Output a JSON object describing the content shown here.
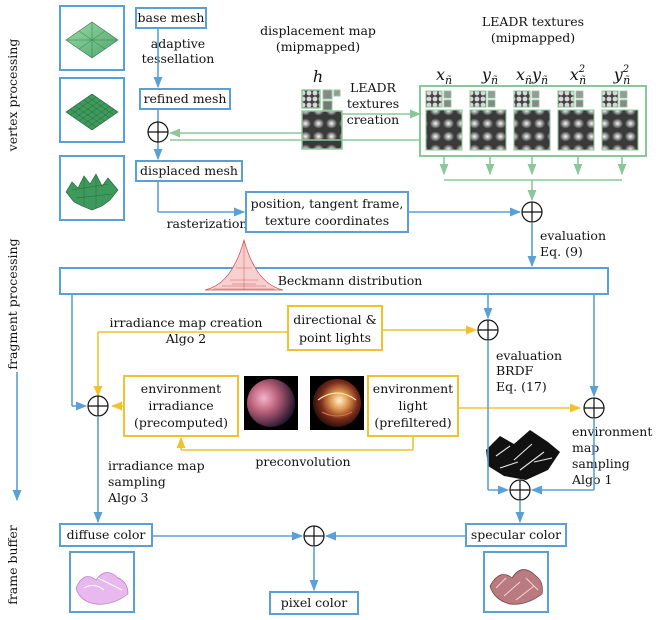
{
  "stages": {
    "vertex": "vertex processing",
    "fragment": "fragment processing",
    "framebuffer": "frame buffer"
  },
  "nodes": {
    "base_mesh": "base mesh",
    "refined_mesh": "refined mesh",
    "displaced_mesh": "displaced mesh",
    "position_line1": "position, tangent frame,",
    "position_line2": "texture coordinates",
    "beckmann": "Beckmann distribution",
    "dir_lights_line1": "directional &",
    "dir_lights_line2": "point lights",
    "env_irr_line1": "environment",
    "env_irr_line2": "irradiance",
    "env_irr_line3": "(precomputed)",
    "env_light_line1": "environment",
    "env_light_line2": "light",
    "env_light_line3": "(prefiltered)",
    "diffuse": "diffuse color",
    "specular": "specular color",
    "pixel": "pixel color"
  },
  "labels": {
    "adaptive_tess_1": "adaptive",
    "adaptive_tess_2": "tessellation",
    "disp_map_1": "displacement map",
    "disp_map_2": "(mipmapped)",
    "h_symbol": "h",
    "leadr_tex_1": "LEADR textures",
    "leadr_tex_2": "(mipmapped)",
    "leadr_create_1": "LEADR",
    "leadr_create_2": "textures",
    "leadr_create_3": "creation",
    "rasterization": "rasterization",
    "eval1_1": "evaluation",
    "eval1_2": "Eq. (9)",
    "irr_create_1": "irradiance map creation",
    "irr_create_2": "Algo 2",
    "eval_brdf_1": "evaluation",
    "eval_brdf_2": "BRDF",
    "eval_brdf_3": "Eq. (17)",
    "env_samp_1": "environment",
    "env_samp_2": "map",
    "env_samp_3": "sampling",
    "env_samp_4": "Algo 1",
    "preconv": "preconvolution",
    "irr_samp_1": "irradiance map",
    "irr_samp_2": "sampling",
    "irr_samp_3": "Algo 3"
  },
  "colors": {
    "flow_blue": "#5aa0d8",
    "lights_yellow": "#f2c12e",
    "leadr_green": "#8cc79a"
  }
}
